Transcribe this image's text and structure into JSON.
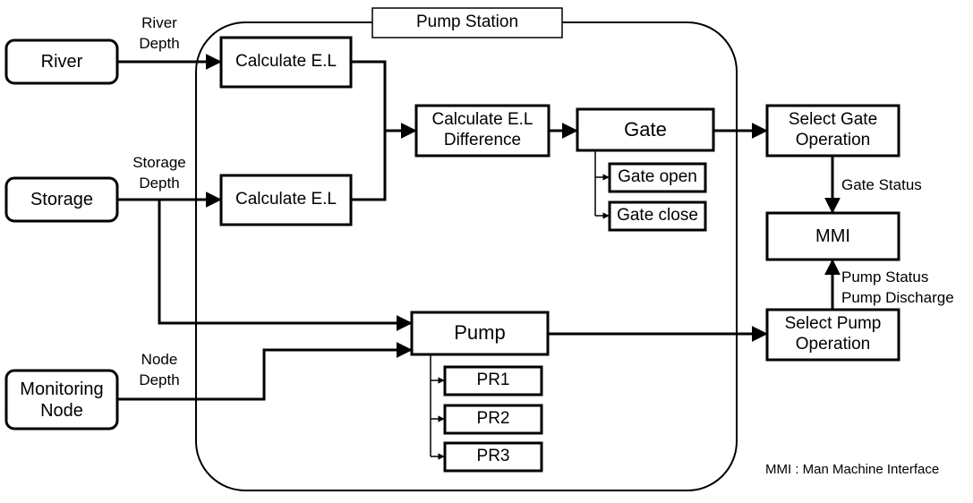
{
  "station_title": "Pump Station",
  "nodes": {
    "river": "River",
    "storage": "Storage",
    "monitoring_node": "Monitoring\nNode",
    "calc_el_river": "Calculate  E.L",
    "calc_el_storage": "Calculate  E.L",
    "calc_el_difference": "Calculate  E.L\nDifference",
    "gate": "Gate",
    "gate_open": "Gate  open",
    "gate_close": "Gate  close",
    "pump": "Pump",
    "pr1": "PR1",
    "pr2": "PR2",
    "pr3": "PR3",
    "select_gate_operation": "Select  Gate\nOperation",
    "select_pump_operation": "Select  Pump\nOperation",
    "mmi": "MMI"
  },
  "edge_labels": {
    "river_depth": "River\nDepth",
    "storage_depth": "Storage\nDepth",
    "node_depth": "Node\nDepth",
    "gate_status": "Gate Status",
    "pump_status_discharge": "Pump Status\nPump Discharge"
  },
  "footnote": "MMI : Man Machine Interface"
}
